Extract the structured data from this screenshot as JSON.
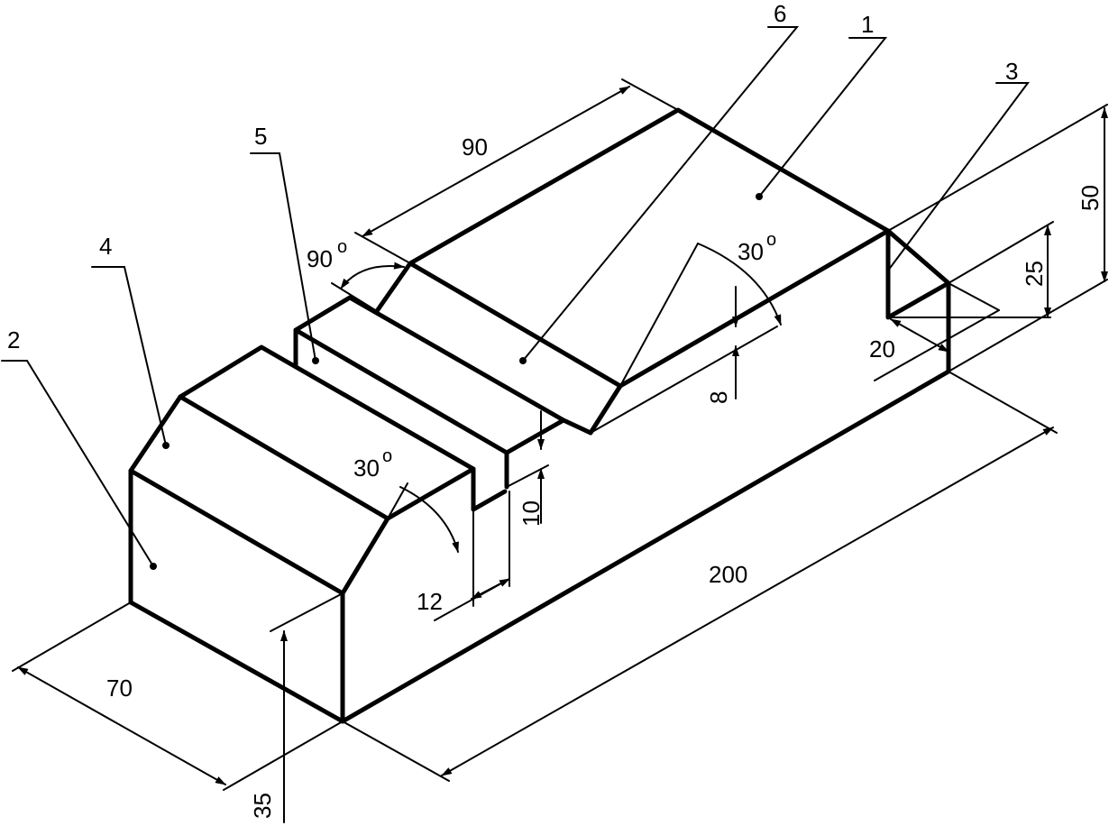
{
  "callouts": [
    "1",
    "2",
    "3",
    "4",
    "5",
    "6"
  ],
  "dimensions": {
    "length_200": "200",
    "width_70": "70",
    "height_35": "35",
    "height_50": "50",
    "height_25": "25",
    "depth_20": "20",
    "length_90": "90",
    "step_12": "12",
    "step_10": "10",
    "drop_8": "8"
  },
  "angles": {
    "top_30": "30",
    "left_30": "30",
    "right_angle_90": "90",
    "degree_mark": "o"
  }
}
